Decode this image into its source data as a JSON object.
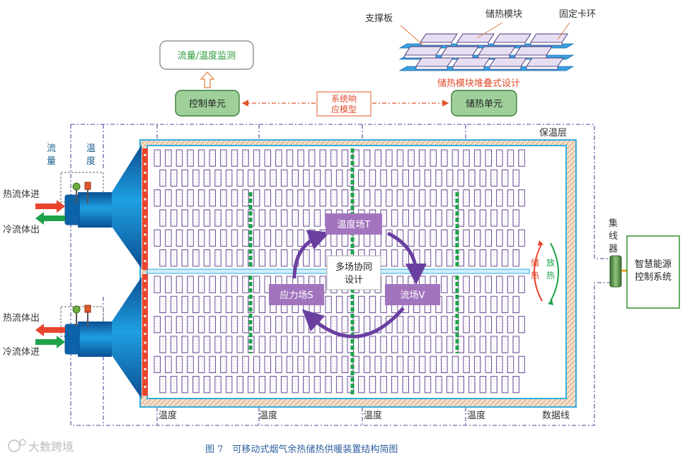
{
  "labels": {
    "flow_temp_monitor": "流量/温度监测",
    "control_unit": "控制单元",
    "storage_unit": "储热单元",
    "response_model": [
      "系统响",
      "应模型"
    ],
    "support_plate": "支撑板",
    "storage_module": "储热模块",
    "fixing_ring": "固定卡环",
    "stack_design": "储热模块堆叠式设计",
    "insulation": "保温层",
    "flow": [
      "流",
      "量"
    ],
    "temperature_v": [
      "温",
      "度"
    ],
    "hot_in_top": "热流体进",
    "cold_out_top": "冷流体出",
    "hot_out_bottom": "热流体出",
    "cold_in_bottom": "冷流体进",
    "temp_field": "温度场T",
    "stress_field": "应力场S",
    "flow_field": "流场V",
    "multi_field": [
      "多场协同",
      "设计"
    ],
    "store_heat": [
      "储",
      "热"
    ],
    "release_heat": [
      "放",
      "热"
    ],
    "collector": [
      "集",
      "线",
      "器"
    ],
    "smart_system": [
      "智慧能源",
      "控制系统"
    ],
    "temp_bottom": [
      "温度",
      "温度",
      "温度",
      "温度"
    ],
    "data_line": "数据线",
    "caption": "图 7　可移动式烟气余热储热供暖装置结构简图",
    "watermark": "大数跨境"
  },
  "colors": {
    "green_box_fill": "#9fd09a",
    "green_box_stroke": "#3f7f3a",
    "purple": "#a274be",
    "cyan_frame": "#34aee0",
    "blue_pipe": "#0f74c0",
    "red_bar": "#e8442e",
    "green_bar": "#1da24a",
    "dash_orange": "#e0582c",
    "dash_purple": "#4a4a9a",
    "arrow_purple": "#6a3fa0",
    "caption_blue": "#2e5f9e",
    "monitor_text": "#2e9b3a"
  }
}
